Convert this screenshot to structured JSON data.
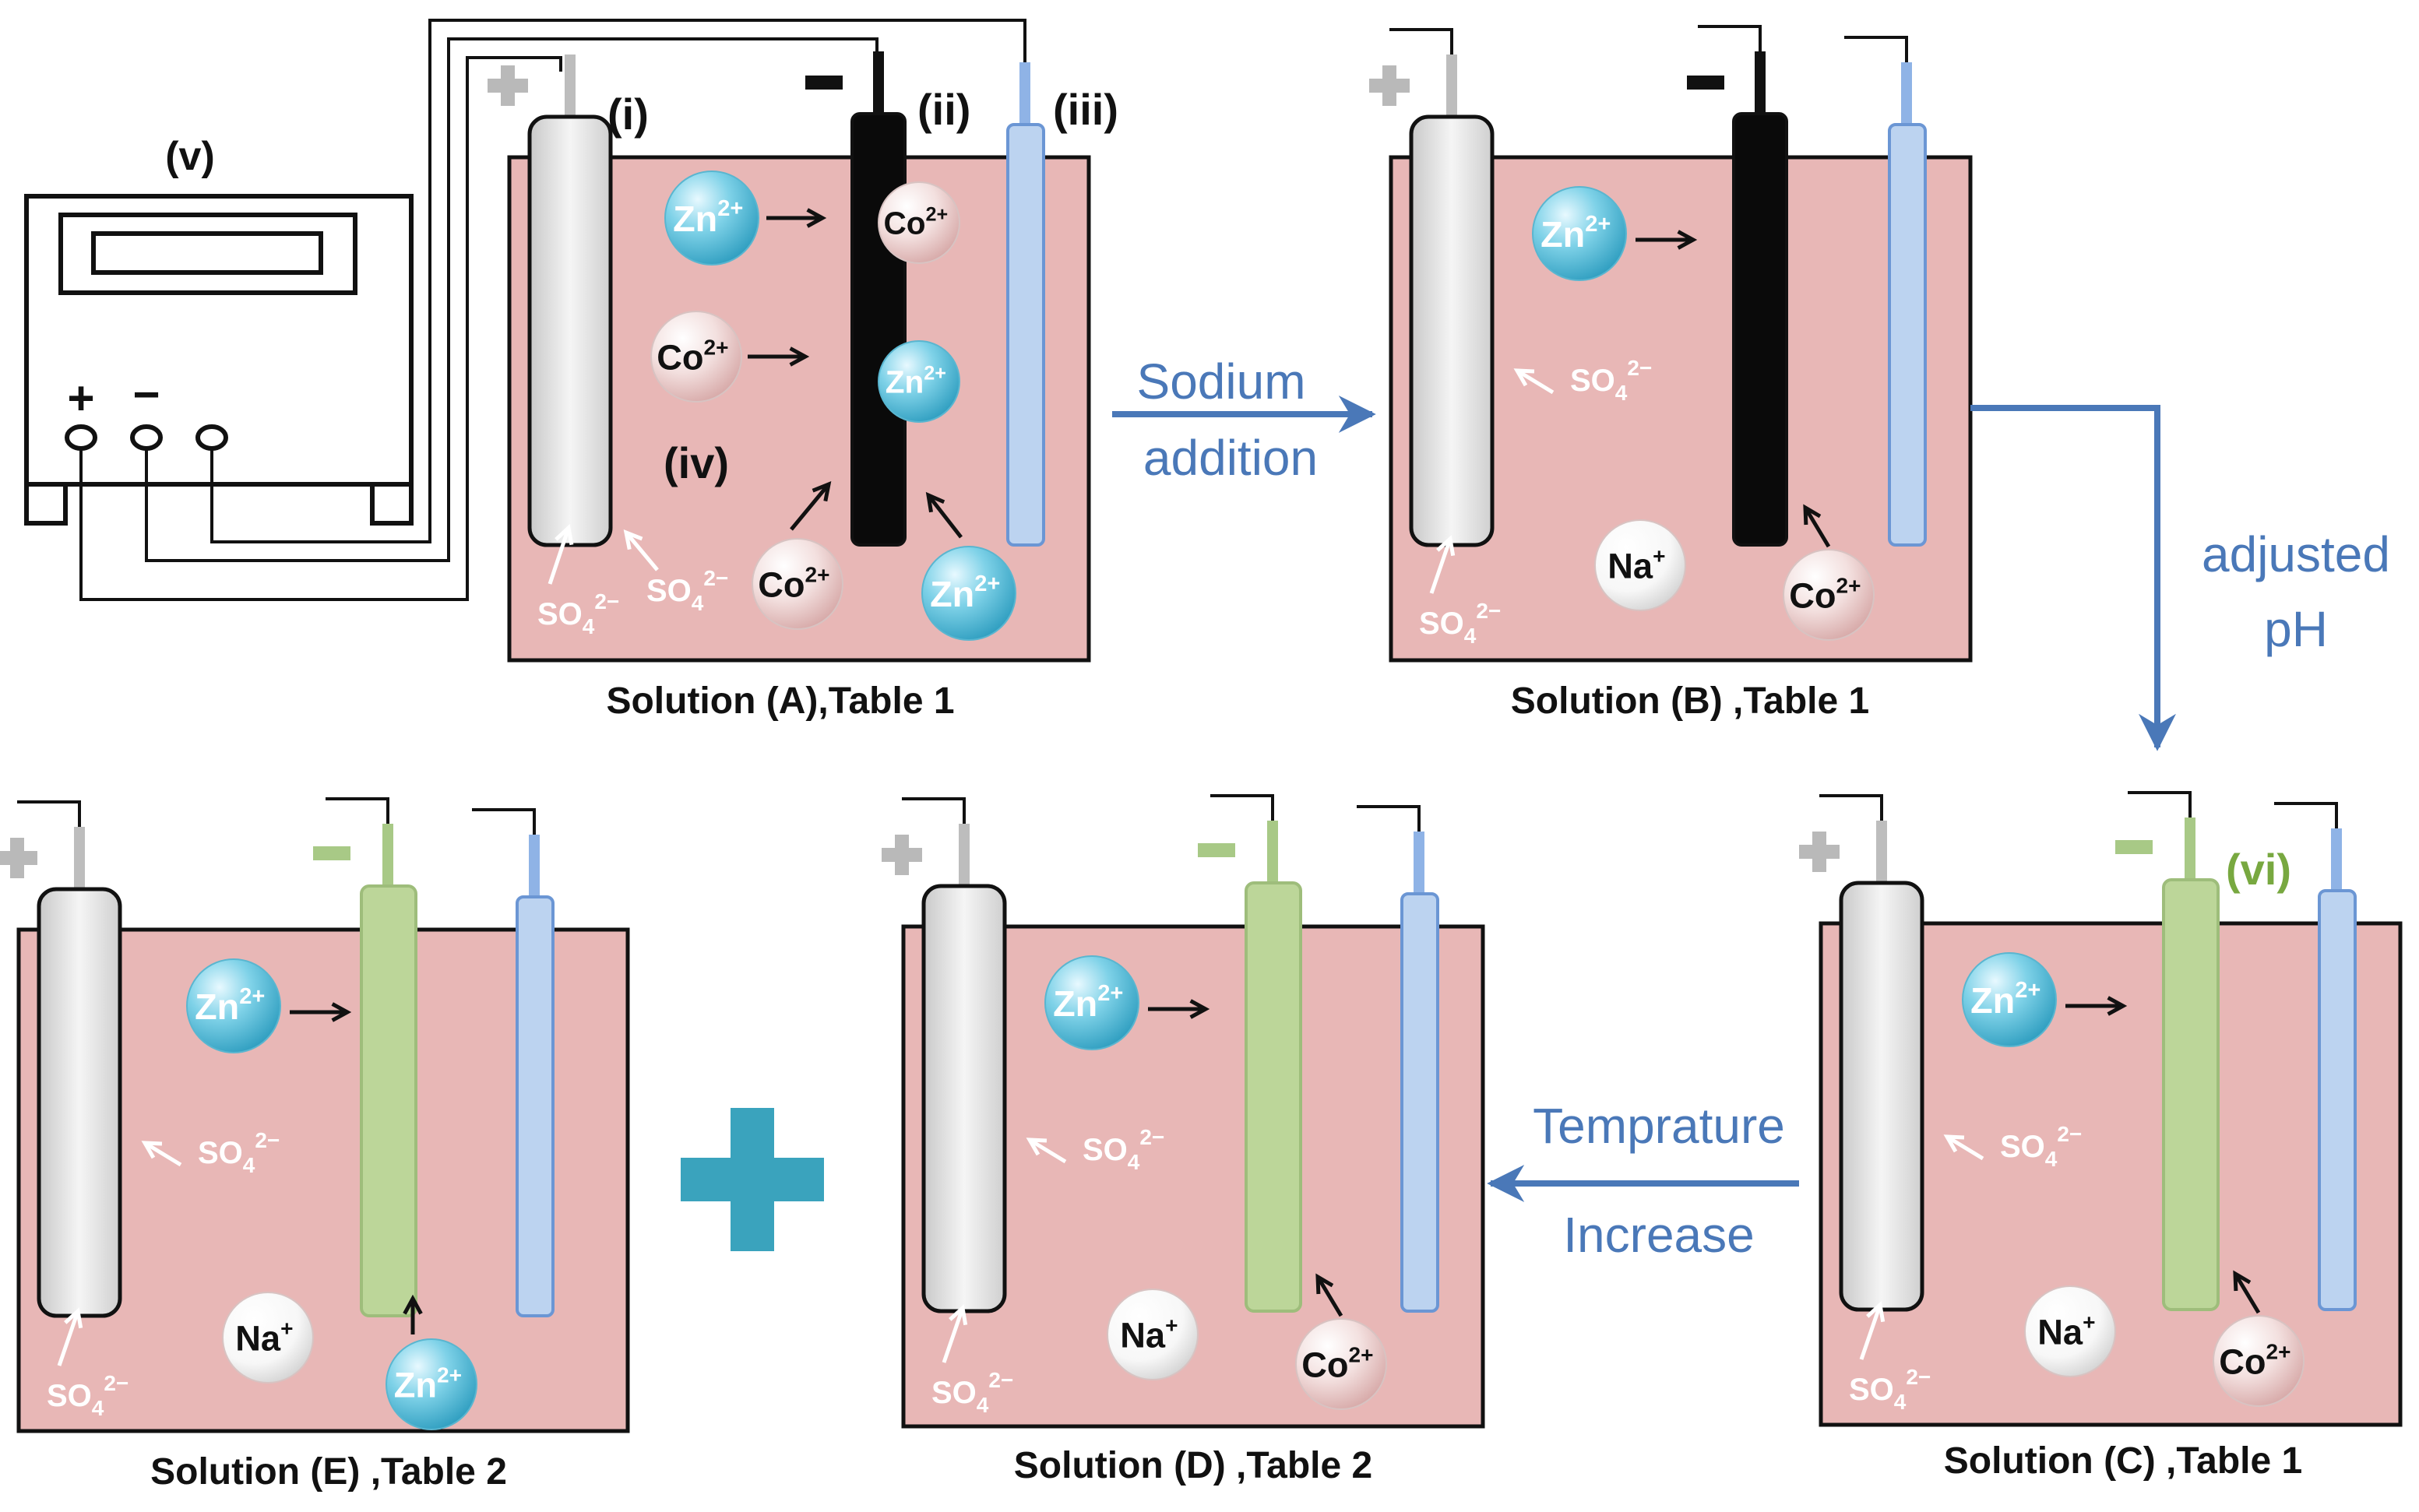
{
  "meter": {
    "label": "(v)",
    "pos_sign": "+",
    "neg_sign": "−"
  },
  "markers": {
    "i": "(i)",
    "ii": "(ii)",
    "iii": "(iii)",
    "iv": "(iv)",
    "vi": "(vi)"
  },
  "ions": {
    "zn": "Zn",
    "zn_charge": "2+",
    "co": "Co",
    "co_charge": "2+",
    "na": "Na",
    "na_charge": "+",
    "so": "SO",
    "so_sub": "4",
    "so_charge": "2−"
  },
  "steps": [
    {
      "line1": "Sodium",
      "line2": "addition"
    },
    {
      "line1": "adjusted",
      "line2": "pH"
    },
    {
      "line1": "Temprature",
      "line2": "Increase"
    }
  ],
  "captions": {
    "A": "Solution (A),Table 1",
    "B": "Solution (B) ,Table 1",
    "C": "Solution (C) ,Table 1",
    "D": "Solution (D) ,Table 2",
    "E": "Solution (E) ,Table 2"
  },
  "colors": {
    "solution": "#e8b7b6",
    "zn_ion": "#58c0da",
    "co_ion": "#f0d3d2",
    "anode": "#e0e0e0",
    "cathode_black": "#0a0a0a",
    "cathode_green": "#bcd699",
    "reference": "#bcd3f0",
    "arrow": "#4a78b8",
    "plus": "#3aa3bd"
  }
}
